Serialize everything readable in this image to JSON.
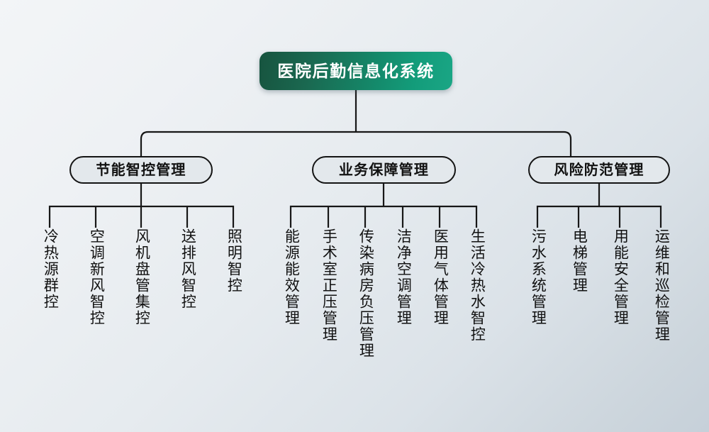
{
  "diagram": {
    "type": "org-tree",
    "title": "医院后勤信息化系统",
    "colors": {
      "root_gradient_start": "#17543f",
      "root_gradient_end": "#1aa685",
      "root_text": "#ffffff",
      "node_border": "#141414",
      "node_fill": "#e3e8ec",
      "node_text": "#111111",
      "connector": "#171717",
      "background_start": "#f3f5f7",
      "background_end": "#c6d0d9"
    },
    "branches": [
      {
        "label": "节能智控管理",
        "leaves": [
          "冷热源群控",
          "空调新风智控",
          "风机盘管集控",
          "送排风智控",
          "照明智控"
        ]
      },
      {
        "label": "业务保障管理",
        "leaves": [
          "能源能效管理",
          "手术室正压管理",
          "传染病房负压管理",
          "洁净空调管理",
          "医用气体管理",
          "生活冷热水智控"
        ]
      },
      {
        "label": "风险防范管理",
        "leaves": [
          "污水系统管理",
          "电梯管理",
          "用能安全管理",
          "运维和巡检管理"
        ]
      }
    ]
  }
}
